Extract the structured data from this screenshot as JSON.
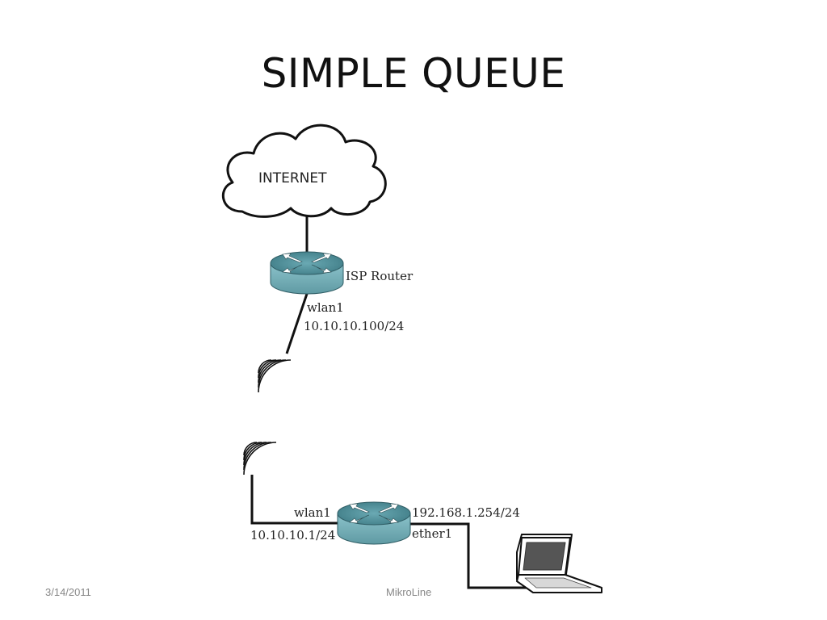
{
  "slide": {
    "title": "SIMPLE QUEUE"
  },
  "diagram": {
    "cloud": {
      "label": "INTERNET"
    },
    "isp_router": {
      "name": "ISP Router",
      "interface": "wlan1",
      "ip": "10.10.10.100/24"
    },
    "local_router": {
      "wireless_interface": "wlan1",
      "wireless_ip": "10.10.10.1/24",
      "lan_ip": "192.168.1.254/24",
      "lan_interface": "ether1"
    },
    "icons": [
      "cloud-icon",
      "router-icon",
      "antenna-icon",
      "laptop-icon"
    ],
    "colors": {
      "router_top": "#5a9aa5",
      "router_side": "#7fb7c0",
      "line": "#111111"
    }
  },
  "footer": {
    "date": "3/14/2011",
    "organization": "MikroLine"
  }
}
